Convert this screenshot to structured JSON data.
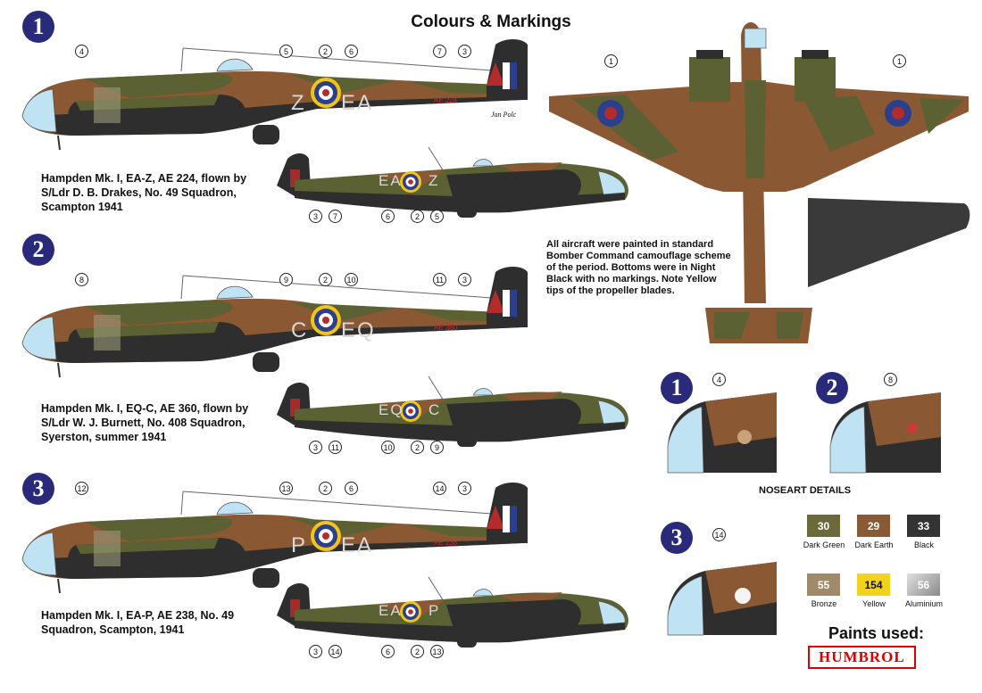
{
  "title": "Colours & Markings",
  "variants": [
    {
      "num": "1",
      "caption": [
        "Hampden Mk. I, EA-Z, AE 224, flown by",
        "S/Ldr D. B. Drakes, No. 49 Squadron,",
        "Scampton 1941"
      ],
      "left_code": "Z",
      "right_code": "EA",
      "serial": "AE 224",
      "top_callouts": [
        "4",
        "5",
        "2",
        "6",
        "7",
        "3"
      ],
      "bottom_callouts": [
        "3",
        "7",
        "6",
        "2",
        "5"
      ],
      "small_left": "EA",
      "small_right": "Z",
      "signature": "Jan Polc"
    },
    {
      "num": "2",
      "caption": [
        "Hampden Mk. I, EQ-C, AE 360, flown by",
        "S/Ldr W. J. Burnett, No. 408 Squadron,",
        "Syerston, summer 1941"
      ],
      "left_code": "C",
      "right_code": "EQ",
      "serial": "AE 360",
      "top_callouts": [
        "8",
        "9",
        "2",
        "10",
        "11",
        "3"
      ],
      "bottom_callouts": [
        "3",
        "11",
        "10",
        "2",
        "9"
      ],
      "small_left": "EQ",
      "small_right": "C"
    },
    {
      "num": "3",
      "caption": [
        "Hampden Mk. I, EA-P, AE 238, No. 49",
        "Squadron, Scampton, 1941"
      ],
      "left_code": "P",
      "right_code": "EA",
      "serial": "AE 238",
      "top_callouts": [
        "12",
        "13",
        "2",
        "6",
        "14",
        "3"
      ],
      "bottom_callouts": [
        "3",
        "14",
        "6",
        "2",
        "13"
      ],
      "small_left": "EA",
      "small_right": "P"
    }
  ],
  "plan_callouts": [
    "1",
    "1"
  ],
  "note": [
    "All aircraft were painted in standard",
    "Bomber Command camouflage scheme",
    "of the period. Bottoms were in Night",
    "Black with no markings. Note Yellow",
    "tips of the propeller blades."
  ],
  "noseart": {
    "heading": "NOSEART DETAILS",
    "items": [
      {
        "num": "1",
        "callout": "4"
      },
      {
        "num": "2",
        "callout": "8"
      },
      {
        "num": "3",
        "callout": "14"
      }
    ]
  },
  "paints": {
    "label": "Paints used:",
    "brand": "HUMBROL",
    "swatches": [
      {
        "code": "30",
        "name": "Dark Green",
        "color": "#6b6a3a",
        "text": "#ffffff"
      },
      {
        "code": "29",
        "name": "Dark Earth",
        "color": "#8a5a34",
        "text": "#ffffff"
      },
      {
        "code": "33",
        "name": "Black",
        "color": "#333333",
        "text": "#ffffff"
      },
      {
        "code": "55",
        "name": "Bronze",
        "color": "#a08a6a",
        "text": "#ffffff"
      },
      {
        "code": "154",
        "name": "Yellow",
        "color": "#f2d21a",
        "text": "#111111"
      },
      {
        "code": "56",
        "name": "Aluminium",
        "color": "#b4b4b4",
        "text": "#ffffff"
      }
    ]
  },
  "colors": {
    "dark_green": "#5c6133",
    "dark_earth": "#8a5832",
    "night": "#2e2e2e",
    "glass": "#bfe3f3",
    "roundel_blue": "#2b3f8c",
    "roundel_red": "#b32b2b",
    "roundel_yellow": "#f0c419",
    "code_grey": "#d8d8d8"
  }
}
